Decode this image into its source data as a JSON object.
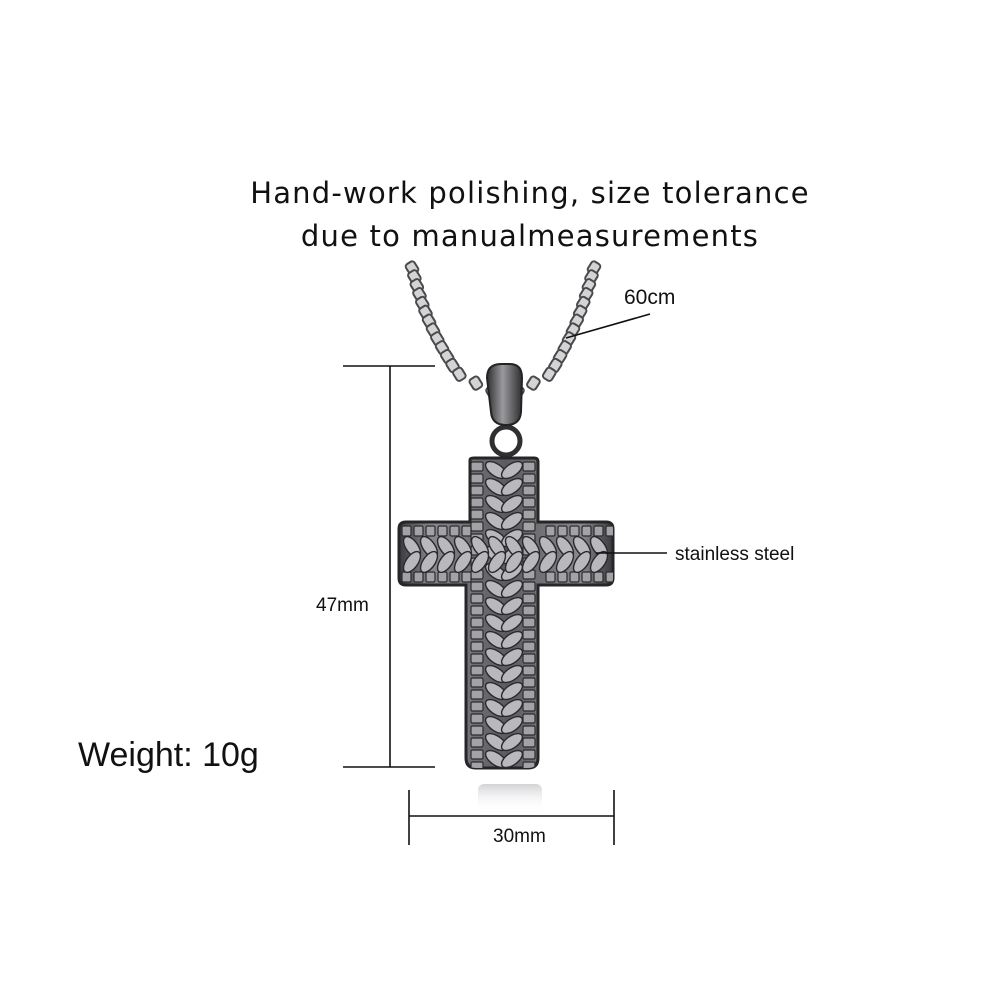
{
  "note": {
    "line1": "Hand-work polishing, size tolerance",
    "line2": "due to manualmeasurements"
  },
  "labels": {
    "chain_length": "60cm",
    "material": "stainless steel",
    "height": "47mm",
    "width": "30mm",
    "weight": "Weight: 10g"
  },
  "colors": {
    "background": "#ffffff",
    "text": "#111111",
    "dimension_line": "#111111",
    "metal_dark": "#3a3a3c",
    "metal_mid": "#6e6e72",
    "metal_light": "#d6d6d8"
  }
}
